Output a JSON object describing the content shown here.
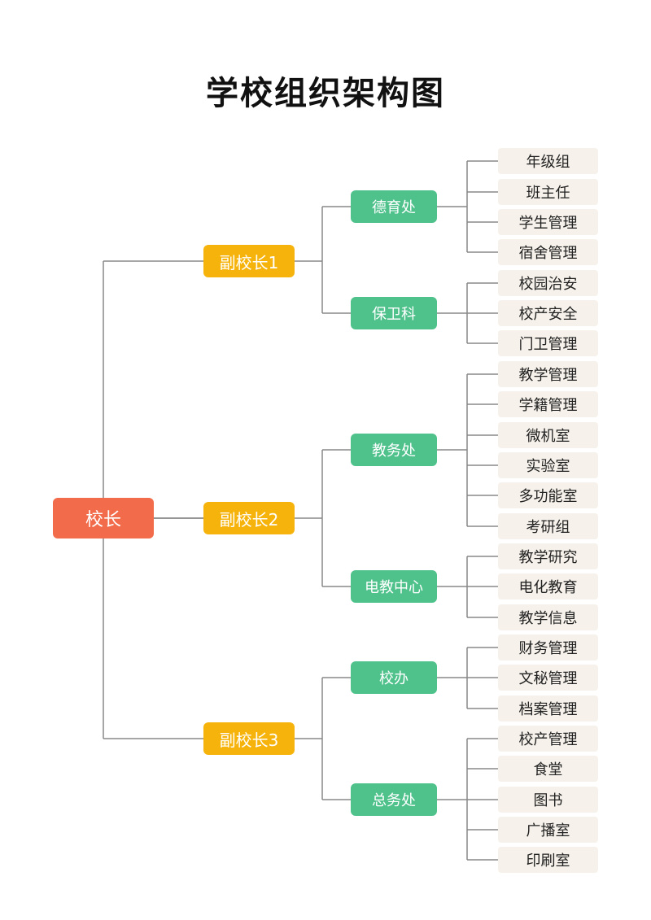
{
  "title": "学校组织架构图",
  "colors": {
    "root": "#f26b4a",
    "vice_principal": "#f6b30b",
    "department": "#4fc28c",
    "leaf": "#f6f1ea",
    "line": "#888888"
  },
  "org": {
    "root": "校长",
    "vice_principals": [
      {
        "label": "副校长1",
        "departments": [
          {
            "label": "德育处",
            "units": [
              "年级组",
              "班主任",
              "学生管理",
              "宿舍管理"
            ]
          },
          {
            "label": "保卫科",
            "units": [
              "校园治安",
              "校产安全",
              "门卫管理"
            ]
          }
        ]
      },
      {
        "label": "副校长2",
        "departments": [
          {
            "label": "教务处",
            "units": [
              "教学管理",
              "学籍管理",
              "微机室",
              "实验室",
              "多功能室",
              "考研组"
            ]
          },
          {
            "label": "电教中心",
            "units": [
              "教学研究",
              "电化教育",
              "教学信息"
            ]
          }
        ]
      },
      {
        "label": "副校长3",
        "departments": [
          {
            "label": "校办",
            "units": [
              "财务管理",
              "文秘管理",
              "档案管理"
            ]
          },
          {
            "label": "总务处",
            "units": [
              "校产管理",
              "食堂",
              "图书",
              "广播室",
              "印刷室"
            ]
          }
        ]
      }
    ]
  }
}
